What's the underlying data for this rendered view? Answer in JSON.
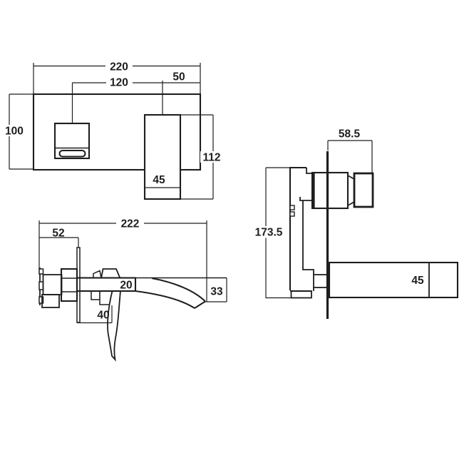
{
  "drawing": {
    "kind": "faucet dimensional drawing",
    "views": [
      "front view",
      "spout side view",
      "valve side view"
    ]
  },
  "front_view": {
    "labels": {
      "total_width": "220",
      "spout_center_offset": "120",
      "handle_center_offset": "50",
      "plate_height": "100",
      "handle_height": "112",
      "handle_width": "45"
    }
  },
  "spout_side_view": {
    "labels": {
      "total_length": "222",
      "valve_depth": "52",
      "spout_body_height": "20",
      "spout_tip_height": "33",
      "lever_depth": "40"
    }
  },
  "valve_side_view": {
    "labels": {
      "handle_projection": "58.5",
      "valve_body_height": "173.5",
      "spout_height": "45"
    }
  },
  "colors": {
    "line": "#1e1e1e",
    "background": "#ffffff"
  }
}
